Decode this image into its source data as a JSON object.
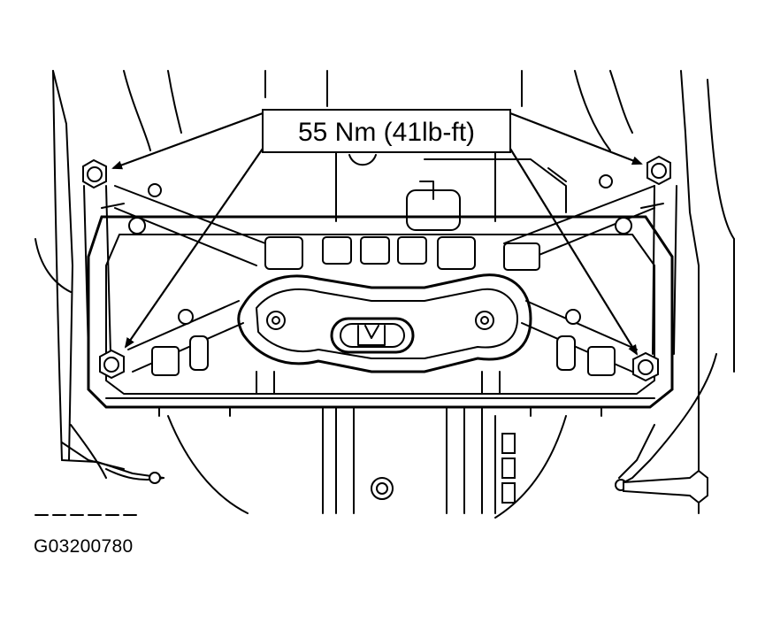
{
  "callout": {
    "torque": "55 Nm (41lb-ft)"
  },
  "caption": {
    "figure_id": "G03200780"
  },
  "fasteners": [
    {
      "name": "bolt-top-left"
    },
    {
      "name": "bolt-top-right"
    },
    {
      "name": "bolt-bottom-left"
    },
    {
      "name": "bolt-bottom-right"
    }
  ]
}
